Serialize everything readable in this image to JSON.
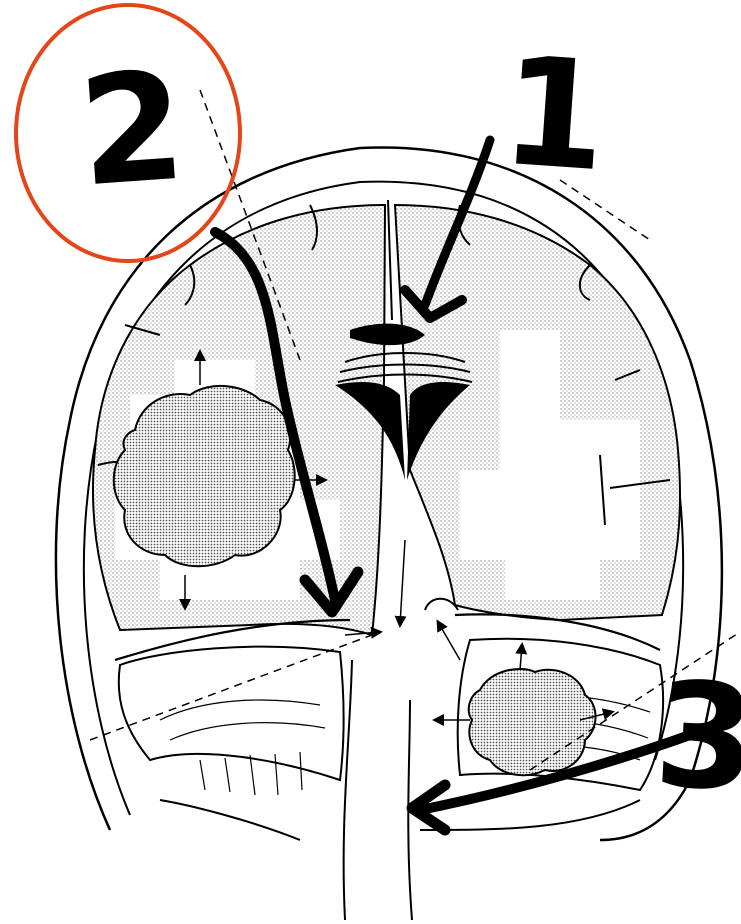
{
  "labels": {
    "one": "1",
    "two": "2",
    "three": "3"
  },
  "colors": {
    "highlight_circle": "#e4461a",
    "ink": "#000000",
    "shading": "#d9d9d9"
  }
}
